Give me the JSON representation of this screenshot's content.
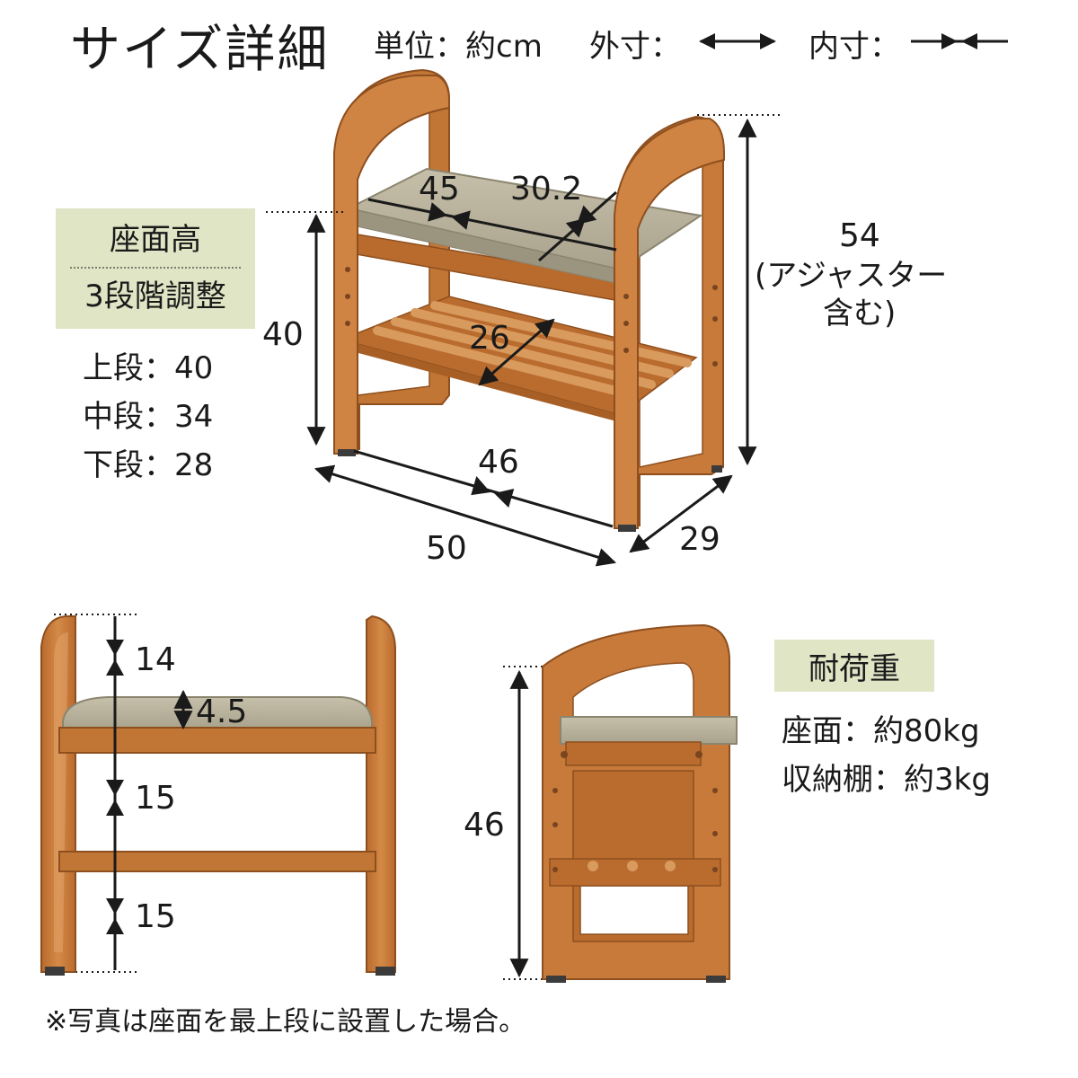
{
  "header": {
    "title": "サイズ詳細",
    "unit_label": "単位：約cm",
    "outer_label": "外寸：",
    "inner_label": "内寸："
  },
  "seat_height_box": {
    "title": "座面高",
    "subtitle": "3段階調整"
  },
  "seat_levels": [
    {
      "label": "上段：40"
    },
    {
      "label": "中段：34"
    },
    {
      "label": "下段：28"
    }
  ],
  "top_view_dims": {
    "seat_width": "45",
    "seat_depth": "30.2",
    "seat_height": "40",
    "total_height": "54",
    "total_height_note_1": "(アジャスター",
    "total_height_note_2": "含む)",
    "shelf_depth": "26",
    "inner_width": "46",
    "total_width": "50",
    "total_depth": "29"
  },
  "front_view_dims": {
    "armrest_above_seat": "14",
    "cushion_thickness": "4.5",
    "seat_to_bar": "15",
    "bar_to_floor": "15"
  },
  "side_view_dims": {
    "side_height": "46"
  },
  "load_box": {
    "title": "耐荷重",
    "seat_load": "座面：約80kg",
    "shelf_load": "収納棚：約3kg"
  },
  "footnote": "※写真は座面を最上段に設置した場合。",
  "colors": {
    "wood": "#c87a3a",
    "wood_dark": "#a85f26",
    "wood_edge": "#8e4f1e",
    "cushion": "#b9b29c",
    "cushion_dark": "#9b947f",
    "label_bg": "#dfe5c5",
    "ink": "#1a1a1a"
  }
}
